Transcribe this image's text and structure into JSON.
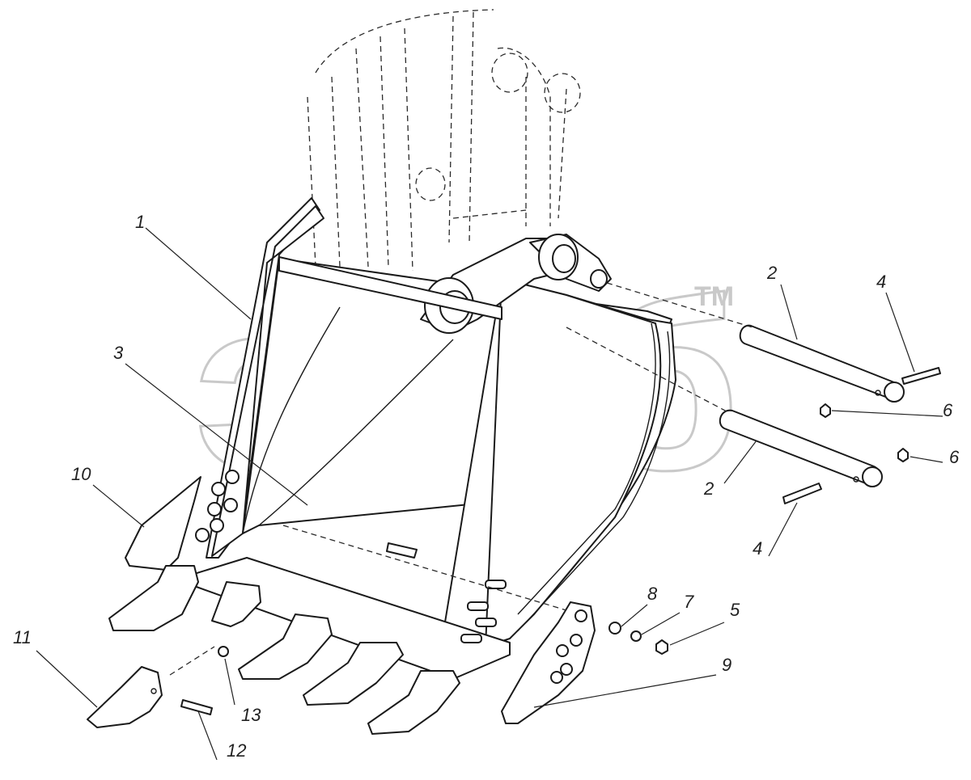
{
  "watermark": {
    "text": "элсб",
    "trademark": "TM"
  },
  "callouts": [
    {
      "id": "c1",
      "label": "1"
    },
    {
      "id": "c2a",
      "label": "2"
    },
    {
      "id": "c2b",
      "label": "2"
    },
    {
      "id": "c3",
      "label": "3"
    },
    {
      "id": "c4a",
      "label": "4"
    },
    {
      "id": "c4b",
      "label": "4"
    },
    {
      "id": "c5",
      "label": "5"
    },
    {
      "id": "c6a",
      "label": "6"
    },
    {
      "id": "c6b",
      "label": "6"
    },
    {
      "id": "c7",
      "label": "7"
    },
    {
      "id": "c8",
      "label": "8"
    },
    {
      "id": "c9",
      "label": "9"
    },
    {
      "id": "c10",
      "label": "10"
    },
    {
      "id": "c11",
      "label": "11"
    },
    {
      "id": "c12",
      "label": "12"
    },
    {
      "id": "c13",
      "label": "13"
    }
  ],
  "colors": {
    "line": "#1a1a1a",
    "watermark": "#c9c9c9",
    "background": "#ffffff"
  }
}
